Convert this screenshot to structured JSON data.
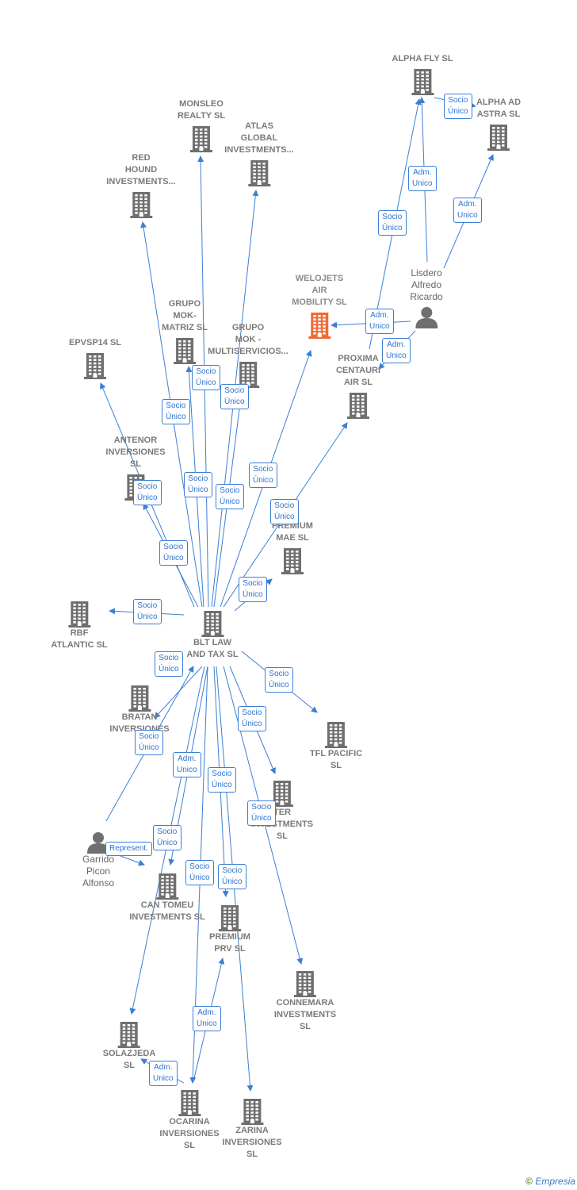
{
  "colors": {
    "edge": "#3b7fd6",
    "building": "#6f6f6f",
    "focus": "#f06a35",
    "person": "#6f6f6f"
  },
  "nodes": [
    {
      "id": "alpha_fly",
      "lines": [
        "ALPHA FLY  SL"
      ],
      "icon": "building"
    },
    {
      "id": "alpha_ad",
      "lines": [
        "ALPHA AD",
        "ASTRA  SL"
      ],
      "icon": "building"
    },
    {
      "id": "monsleo",
      "lines": [
        "MONSLEO",
        "REALTY  SL"
      ],
      "icon": "building"
    },
    {
      "id": "atlas",
      "lines": [
        "ATLAS",
        "GLOBAL",
        "INVESTMENTS..."
      ],
      "icon": "building"
    },
    {
      "id": "red_hound",
      "lines": [
        "RED",
        "HOUND",
        "INVESTMENTS..."
      ],
      "icon": "building"
    },
    {
      "id": "lisdero",
      "lines": [
        "Lisdero",
        "Alfredo",
        "Ricardo"
      ],
      "icon": "person"
    },
    {
      "id": "welojets",
      "lines": [
        "WELOJETS",
        "AIR",
        "MOBILITY  SL"
      ],
      "icon": "building-focus"
    },
    {
      "id": "grupo_matriz",
      "lines": [
        "GRUPO",
        "MOK-",
        "MATRIZ  SL"
      ],
      "icon": "building"
    },
    {
      "id": "grupo_multi",
      "lines": [
        "GRUPO",
        "MOK -",
        "MULTISERVICIOS..."
      ],
      "icon": "building"
    },
    {
      "id": "epvsp14",
      "lines": [
        "EPVSP14  SL"
      ],
      "icon": "building"
    },
    {
      "id": "proxima",
      "lines": [
        "PROXIMA",
        "CENTAURI",
        "AIR  SL"
      ],
      "icon": "building"
    },
    {
      "id": "antenor",
      "lines": [
        "ANTENOR",
        "INVERSIONES",
        "SL"
      ],
      "icon": "building"
    },
    {
      "id": "premium_mae",
      "lines": [
        "PREMIUM",
        "MAE  SL"
      ],
      "icon": "building"
    },
    {
      "id": "rbf",
      "lines": [
        "RBF",
        "ATLANTIC  SL"
      ],
      "icon": "building"
    },
    {
      "id": "blt",
      "lines": [
        "BLT LAW",
        "AND TAX  SL"
      ],
      "icon": "building"
    },
    {
      "id": "bratan",
      "lines": [
        "BRATAN",
        "INVERSIONES"
      ],
      "icon": "building"
    },
    {
      "id": "tfl",
      "lines": [
        "TFL PACIFIC",
        "SL"
      ],
      "icon": "building"
    },
    {
      "id": "ter",
      "lines": [
        "TER",
        "INVESTMENTS",
        "SL"
      ],
      "icon": "building"
    },
    {
      "id": "garrido",
      "lines": [
        "Garrido",
        "Picon",
        "Alfonso"
      ],
      "icon": "person"
    },
    {
      "id": "can_tomeu",
      "lines": [
        "CAN TOMEU",
        "INVESTMENTS SL"
      ],
      "icon": "building"
    },
    {
      "id": "premium_prv",
      "lines": [
        "PREMIUM",
        "PRV  SL"
      ],
      "icon": "building"
    },
    {
      "id": "connemara",
      "lines": [
        "CONNEMARA",
        "INVESTMENTS",
        "SL"
      ],
      "icon": "building"
    },
    {
      "id": "solazjeda",
      "lines": [
        "SOLAZJEDA",
        "SL"
      ],
      "icon": "building"
    },
    {
      "id": "ocarina",
      "lines": [
        "OCARINA",
        "INVERSIONES",
        "SL"
      ],
      "icon": "building"
    },
    {
      "id": "zarina",
      "lines": [
        "ZARINA",
        "INVERSIONES",
        "SL"
      ],
      "icon": "building"
    }
  ],
  "edges": [
    {
      "from": "lisdero",
      "to": "alpha_fly",
      "label": [
        "Adm.",
        "Unico"
      ]
    },
    {
      "from": "lisdero",
      "to": "alpha_ad",
      "label": [
        "Adm.",
        "Unico"
      ]
    },
    {
      "from": "lisdero",
      "to": "welojets",
      "label": [
        "Adm.",
        "Unico"
      ]
    },
    {
      "from": "lisdero",
      "to": "proxima",
      "label": [
        "Adm.",
        "Unico"
      ]
    },
    {
      "from": "proxima",
      "to": "alpha_fly",
      "label": [
        "Socio",
        "Único"
      ]
    },
    {
      "from": "alpha_fly",
      "to": "alpha_ad",
      "label": [
        "Socio",
        "Único"
      ]
    },
    {
      "from": "blt",
      "to": "red_hound",
      "label": [
        "Socio",
        "Único"
      ]
    },
    {
      "from": "blt",
      "to": "monsleo",
      "label": [
        "Socio",
        "Único"
      ]
    },
    {
      "from": "blt",
      "to": "atlas",
      "label": [
        "Socio",
        "Único"
      ]
    },
    {
      "from": "blt",
      "to": "welojets",
      "label": [
        "Socio",
        "Único"
      ]
    },
    {
      "from": "blt",
      "to": "proxima",
      "label": [
        "Socio",
        "Único"
      ]
    },
    {
      "from": "blt",
      "to": "grupo_matriz",
      "label": [
        "Socio",
        "Único"
      ]
    },
    {
      "from": "blt",
      "to": "grupo_multi",
      "label": [
        "Socio",
        "Único"
      ]
    },
    {
      "from": "blt",
      "to": "epvsp14",
      "label": [
        "Socio",
        "Único"
      ]
    },
    {
      "from": "blt",
      "to": "antenor",
      "label": [
        "Socio",
        "Único"
      ]
    },
    {
      "from": "blt",
      "to": "premium_mae",
      "label": [
        "Socio",
        "Único"
      ]
    },
    {
      "from": "blt",
      "to": "rbf",
      "label": [
        "Socio",
        "Único"
      ]
    },
    {
      "from": "blt",
      "to": "tfl",
      "label": [
        "Socio",
        "Único"
      ]
    },
    {
      "from": "blt",
      "to": "ter",
      "label": [
        "Socio",
        "Único"
      ]
    },
    {
      "from": "blt",
      "to": "bratan",
      "label": [
        "Socio",
        "Único"
      ]
    },
    {
      "from": "blt",
      "to": "can_tomeu",
      "label": [
        "Socio",
        "Único"
      ]
    },
    {
      "from": "blt",
      "to": "premium_prv",
      "label": [
        "Socio",
        "Único"
      ]
    },
    {
      "from": "blt",
      "to": "connemara",
      "label": [
        "Socio",
        "Único"
      ]
    },
    {
      "from": "blt",
      "to": "solazjeda",
      "label": [
        "Socio",
        "Único"
      ]
    },
    {
      "from": "blt",
      "to": "ocarina",
      "label": [
        "Socio",
        "Único"
      ]
    },
    {
      "from": "blt",
      "to": "zarina",
      "label": [
        "Socio",
        "Único"
      ]
    },
    {
      "from": "garrido",
      "to": "blt",
      "label": [
        "Adm.",
        "Unico"
      ]
    },
    {
      "from": "garrido",
      "to": "can_tomeu",
      "label": [
        "Represent."
      ]
    },
    {
      "from": "ocarina",
      "to": "premium_prv",
      "label": [
        "Adm.",
        "Unico"
      ]
    },
    {
      "from": "ocarina",
      "to": "solazjeda",
      "label": [
        "Adm.",
        "Unico"
      ]
    }
  ],
  "footer": {
    "copyright": "©",
    "brand": "Empresia"
  }
}
